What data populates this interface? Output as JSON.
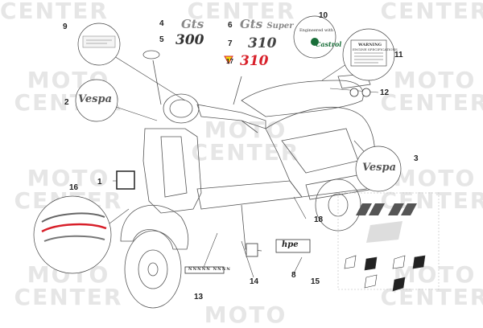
{
  "watermark": {
    "line1": "MOTO",
    "line2": "CENTER"
  },
  "callouts": [
    "1",
    "2",
    "3",
    "4",
    "5",
    "6",
    "7",
    "8",
    "9",
    "10",
    "11",
    "12",
    "13",
    "14",
    "15",
    "16",
    "17",
    "18"
  ],
  "decals": {
    "gts_script": "Gts",
    "gts_super_script": "Gts",
    "super_word": "Super",
    "model_300_top": "300",
    "model_310_silver": "310",
    "model_310_red": "310",
    "vespa_script": "Vespa",
    "castrol": "Castrol",
    "castrol_tag": "Engineered with",
    "hpe": "hpe",
    "warning_title": "WARNING",
    "warning_sub": "ENGINE SPECIFICATIONS",
    "strip_text": "NNNNN NNNN"
  },
  "colors": {
    "line": "#555555",
    "accent_red": "#d8202a",
    "watermark": "#e6e6e6",
    "highlight_yellow": "#f5d90a"
  }
}
